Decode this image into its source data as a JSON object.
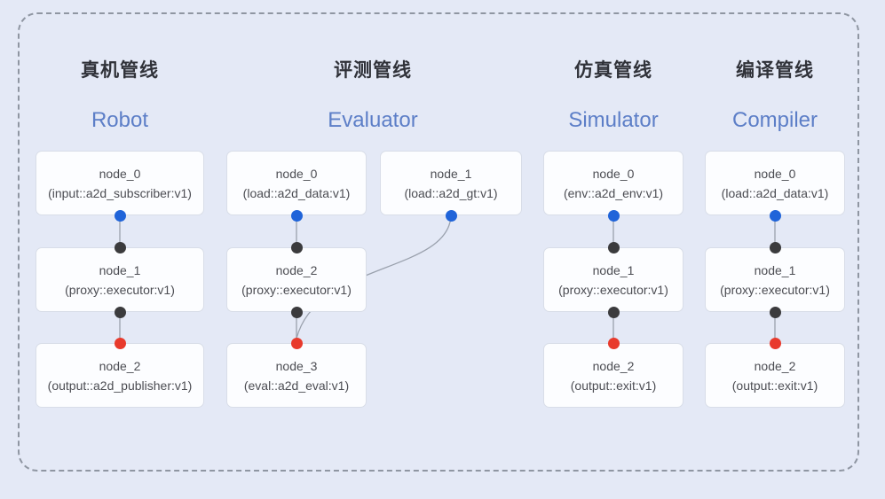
{
  "diagram_type": "pipeline-node-graph",
  "pipelines": [
    {
      "title_zh": "真机管线",
      "title_en": "Robot",
      "nodes": [
        {
          "name": "node_0",
          "type": "(input::a2d_subscriber:v1)"
        },
        {
          "name": "node_1",
          "type": "(proxy::executor:v1)"
        },
        {
          "name": "node_2",
          "type": "(output::a2d_publisher:v1)"
        }
      ],
      "edges": [
        "node_0->node_1",
        "node_1->node_2"
      ]
    },
    {
      "title_zh": "评测管线",
      "title_en": "Evaluator",
      "nodes": [
        {
          "name": "node_0",
          "type": "(load::a2d_data:v1)"
        },
        {
          "name": "node_1",
          "type": "(load::a2d_gt:v1)"
        },
        {
          "name": "node_2",
          "type": "(proxy::executor:v1)"
        },
        {
          "name": "node_3",
          "type": "(eval::a2d_eval:v1)"
        }
      ],
      "edges": [
        "node_0->node_2",
        "node_1->node_3",
        "node_2->node_3"
      ]
    },
    {
      "title_zh": "仿真管线",
      "title_en": "Simulator",
      "nodes": [
        {
          "name": "node_0",
          "type": "(env::a2d_env:v1)"
        },
        {
          "name": "node_1",
          "type": "(proxy::executor:v1)"
        },
        {
          "name": "node_2",
          "type": "(output::exit:v1)"
        }
      ],
      "edges": [
        "node_0->node_1",
        "node_1->node_2"
      ]
    },
    {
      "title_zh": "编译管线",
      "title_en": "Compiler",
      "nodes": [
        {
          "name": "node_0",
          "type": "(load::a2d_data:v1)"
        },
        {
          "name": "node_1",
          "type": "(proxy::executor:v1)"
        },
        {
          "name": "node_2",
          "type": "(output::exit:v1)"
        }
      ],
      "edges": [
        "node_0->node_1",
        "node_1->node_2"
      ]
    }
  ],
  "colors": {
    "background": "#e4e9f6",
    "dashed_border": "#8f96a2",
    "node_fill": "#fcfdff",
    "node_border": "#d8dde8",
    "title_zh": "#303239",
    "title_en": "#5c7ec7",
    "wire": "#9aa1ad",
    "port_blue": "#2064d9",
    "port_black": "#3b3b3d",
    "port_red": "#e83a2c"
  }
}
